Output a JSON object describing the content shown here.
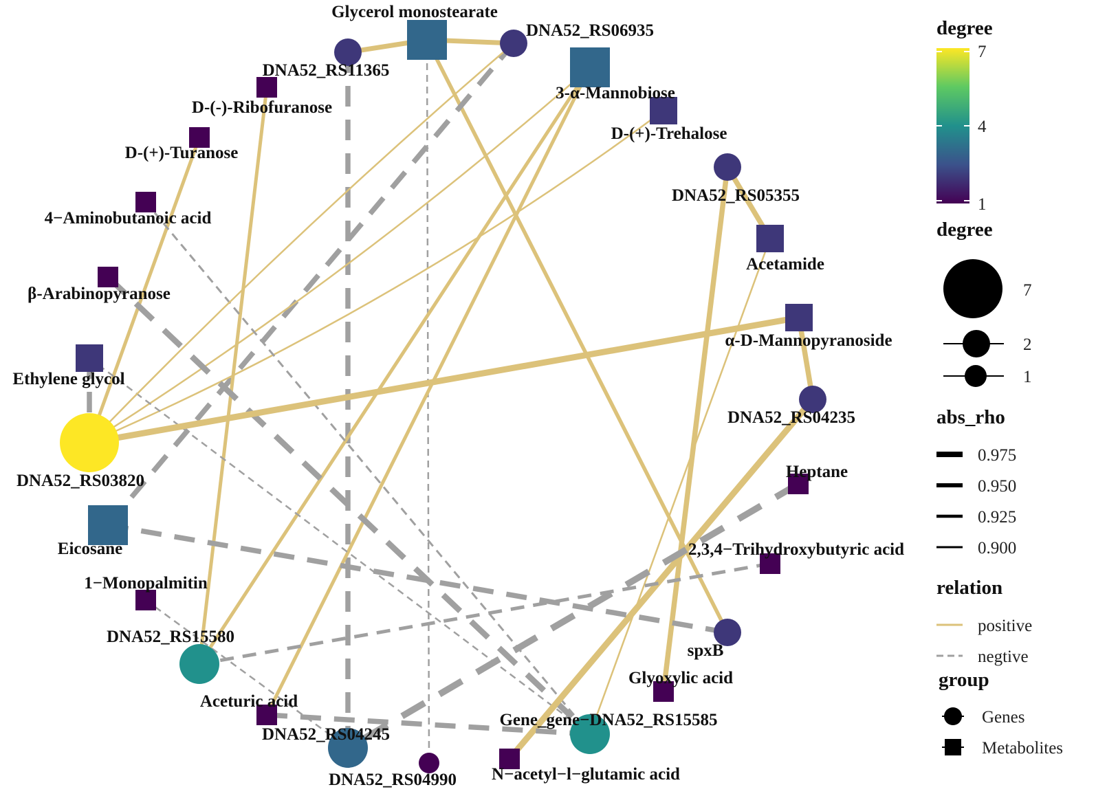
{
  "colors": {
    "positive": "#dcc27a",
    "negative": "#a0a0a0",
    "degree_scale": [
      "#440154",
      "#3b528b",
      "#21918c",
      "#5ec962",
      "#fde725"
    ]
  },
  "nodes": [
    {
      "id": "n_glycmono",
      "label": "Glycerol monostearate",
      "group": "Metabolites",
      "degree": 3
    },
    {
      "id": "n_rs06935",
      "label": "DNA52_RS06935",
      "group": "Genes",
      "degree": 2
    },
    {
      "id": "n_mannobiose",
      "label": "3-α-Mannobiose",
      "group": "Metabolites",
      "degree": 3
    },
    {
      "id": "n_rs11365",
      "label": "DNA52_RS11365",
      "group": "Genes",
      "degree": 2
    },
    {
      "id": "n_ribofuranose",
      "label": "D-(-)-Ribofuranose",
      "group": "Metabolites",
      "degree": 1
    },
    {
      "id": "n_trehalose",
      "label": "D-(+)-Trehalose",
      "group": "Metabolites",
      "degree": 2
    },
    {
      "id": "n_turanose",
      "label": "D-(+)-Turanose",
      "group": "Metabolites",
      "degree": 1
    },
    {
      "id": "n_rs05355",
      "label": "DNA52_RS05355",
      "group": "Genes",
      "degree": 2
    },
    {
      "id": "n_aminobut",
      "label": "4−Aminobutanoic acid",
      "group": "Metabolites",
      "degree": 1
    },
    {
      "id": "n_acetamide",
      "label": "Acetamide",
      "group": "Metabolites",
      "degree": 2
    },
    {
      "id": "n_arabino",
      "label": "β-Arabinopyranose",
      "group": "Metabolites",
      "degree": 1
    },
    {
      "id": "n_mannopyr",
      "label": "α-D-Mannopyranoside",
      "group": "Metabolites",
      "degree": 2
    },
    {
      "id": "n_ethglycol",
      "label": "Ethylene glycol",
      "group": "Metabolites",
      "degree": 2
    },
    {
      "id": "n_rs04235",
      "label": "DNA52_RS04235",
      "group": "Genes",
      "degree": 2
    },
    {
      "id": "n_rs03820",
      "label": "DNA52_RS03820",
      "group": "Genes",
      "degree": 7
    },
    {
      "id": "n_heptane",
      "label": "Heptane",
      "group": "Metabolites",
      "degree": 1
    },
    {
      "id": "n_eicosane",
      "label": "Eicosane",
      "group": "Metabolites",
      "degree": 3
    },
    {
      "id": "n_trihydroxy",
      "label": "2,3,4−Trihydroxybutyric acid",
      "group": "Metabolites",
      "degree": 1
    },
    {
      "id": "n_monopalm",
      "label": "1−Monopalmitin",
      "group": "Metabolites",
      "degree": 1
    },
    {
      "id": "n_spxb",
      "label": "spxB",
      "group": "Genes",
      "degree": 2
    },
    {
      "id": "n_rs15580",
      "label": "DNA52_RS15580",
      "group": "Genes",
      "degree": 4
    },
    {
      "id": "n_glyoxylic",
      "label": "Glyoxylic acid",
      "group": "Metabolites",
      "degree": 1
    },
    {
      "id": "n_aceturic",
      "label": "Aceturic acid",
      "group": "Metabolites",
      "degree": 1
    },
    {
      "id": "n_rs15585",
      "label": "Gene_gene−DNA52_RS15585",
      "group": "Genes",
      "degree": 4
    },
    {
      "id": "n_rs04245",
      "label": "DNA52_RS04245",
      "group": "Genes",
      "degree": 3
    },
    {
      "id": "n_nacetyl",
      "label": "N−acetyl−l−glutamic acid",
      "group": "Metabolites",
      "degree": 1
    },
    {
      "id": "n_rs04990",
      "label": "DNA52_RS04990",
      "group": "Genes",
      "degree": 1
    }
  ],
  "edges": [
    {
      "source": "n_rs11365",
      "target": "n_glycmono",
      "relation": "positive",
      "abs_rho": 0.95
    },
    {
      "source": "n_glycmono",
      "target": "n_rs06935",
      "relation": "positive",
      "abs_rho": 0.95
    },
    {
      "source": "n_glycmono",
      "target": "n_rs04990",
      "relation": "negative",
      "abs_rho": 0.905
    },
    {
      "source": "n_glycmono",
      "target": "n_spxb",
      "relation": "positive",
      "abs_rho": 0.935
    },
    {
      "source": "n_rs06935",
      "target": "n_eicosane",
      "relation": "negative",
      "abs_rho": 0.955
    },
    {
      "source": "n_rs11365",
      "target": "n_rs04245",
      "relation": "negative",
      "abs_rho": 0.955
    },
    {
      "source": "n_mannobiose",
      "target": "n_rs03820",
      "relation": "positive",
      "abs_rho": 0.905
    },
    {
      "source": "n_mannobiose",
      "target": "n_rs15580",
      "relation": "positive",
      "abs_rho": 0.93
    },
    {
      "source": "n_mannobiose",
      "target": "n_aceturic",
      "relation": "positive",
      "abs_rho": 0.93
    },
    {
      "source": "n_trehalose",
      "target": "n_rs03820",
      "relation": "positive",
      "abs_rho": 0.905
    },
    {
      "source": "n_ribofuranose",
      "target": "n_rs15580",
      "relation": "positive",
      "abs_rho": 0.93
    },
    {
      "source": "n_turanose",
      "target": "n_rs03820",
      "relation": "positive",
      "abs_rho": 0.93
    },
    {
      "source": "n_aminobut",
      "target": "n_rs15585",
      "relation": "negative",
      "abs_rho": 0.91
    },
    {
      "source": "n_arabino",
      "target": "n_rs15585",
      "relation": "negative",
      "abs_rho": 0.965
    },
    {
      "source": "n_ethglycol",
      "target": "n_rs03820",
      "relation": "negative",
      "abs_rho": 0.955
    },
    {
      "source": "n_ethglycol",
      "target": "n_rs15585",
      "relation": "negative",
      "abs_rho": 0.905
    },
    {
      "source": "n_rs05355",
      "target": "n_acetamide",
      "relation": "positive",
      "abs_rho": 0.955
    },
    {
      "source": "n_rs05355",
      "target": "n_glyoxylic",
      "relation": "positive",
      "abs_rho": 0.955
    },
    {
      "source": "n_acetamide",
      "target": "n_rs15585",
      "relation": "positive",
      "abs_rho": 0.905
    },
    {
      "source": "n_mannopyr",
      "target": "n_rs03820",
      "relation": "positive",
      "abs_rho": 0.97
    },
    {
      "source": "n_mannopyr",
      "target": "n_rs04235",
      "relation": "positive",
      "abs_rho": 0.955
    },
    {
      "source": "n_rs04235",
      "target": "n_nacetyl",
      "relation": "positive",
      "abs_rho": 0.97
    },
    {
      "source": "n_rs03820",
      "target": "n_rs06935",
      "relation": "positive",
      "abs_rho": 0.905
    },
    {
      "source": "n_heptane",
      "target": "n_rs04245",
      "relation": "negative",
      "abs_rho": 0.975
    },
    {
      "source": "n_eicosane",
      "target": "n_spxb",
      "relation": "negative",
      "abs_rho": 0.955
    },
    {
      "source": "n_trihydroxy",
      "target": "n_rs15580",
      "relation": "negative",
      "abs_rho": 0.93
    },
    {
      "source": "n_monopalm",
      "target": "n_rs04245",
      "relation": "negative",
      "abs_rho": 0.905
    },
    {
      "source": "n_aceturic",
      "target": "n_rs15585",
      "relation": "negative",
      "abs_rho": 0.955
    }
  ],
  "legend": {
    "degree_color": {
      "title": "degree",
      "ticks": [
        "7",
        "4",
        "1"
      ]
    },
    "degree_size": {
      "title": "degree",
      "entries": [
        "7",
        "2",
        "1"
      ]
    },
    "abs_rho": {
      "title": "abs_rho",
      "entries": [
        "0.975",
        "0.950",
        "0.925",
        "0.900"
      ]
    },
    "relation": {
      "title": "relation",
      "entries": [
        "positive",
        "negtive"
      ]
    },
    "group": {
      "title": "group",
      "entries": [
        "Genes",
        "Metabolites"
      ]
    }
  }
}
